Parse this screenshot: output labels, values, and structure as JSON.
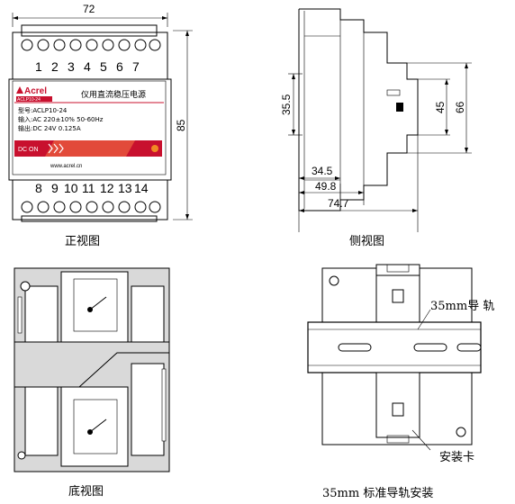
{
  "front_view": {
    "width_label": "72",
    "height_label": "85",
    "top_terminals": [
      "1",
      "2",
      "3",
      "4",
      "5",
      "6",
      "7"
    ],
    "bottom_terminals": [
      "8",
      "9",
      "10",
      "11",
      "12",
      "13",
      "14"
    ],
    "brand": "Acrel",
    "brand_model_tag": "ACLP10-24",
    "product_name": "仪用直流稳压电源",
    "model_line": "型号:ACLP10-24",
    "input_line": "输入:AC 220±10% 50-60Hz",
    "output_line": "输出:DC 24V 0.125A",
    "status_label": "DC ON",
    "website": "www.acrel.cn",
    "caption": "正视图"
  },
  "side_view": {
    "dims": [
      "35.5",
      "45",
      "66",
      "34.5",
      "49.8",
      "74.7"
    ],
    "caption": "侧视图"
  },
  "bottom_view": {
    "caption": "底视图"
  },
  "rail_view": {
    "rail_label": "35mm导 轨",
    "clip_label": "安装卡",
    "caption": "35mm 标准导轨安装"
  },
  "colors": {
    "brand_red": "#c8102e",
    "accent_orange": "#f08a24",
    "device_gray": "#d9d9d9"
  }
}
